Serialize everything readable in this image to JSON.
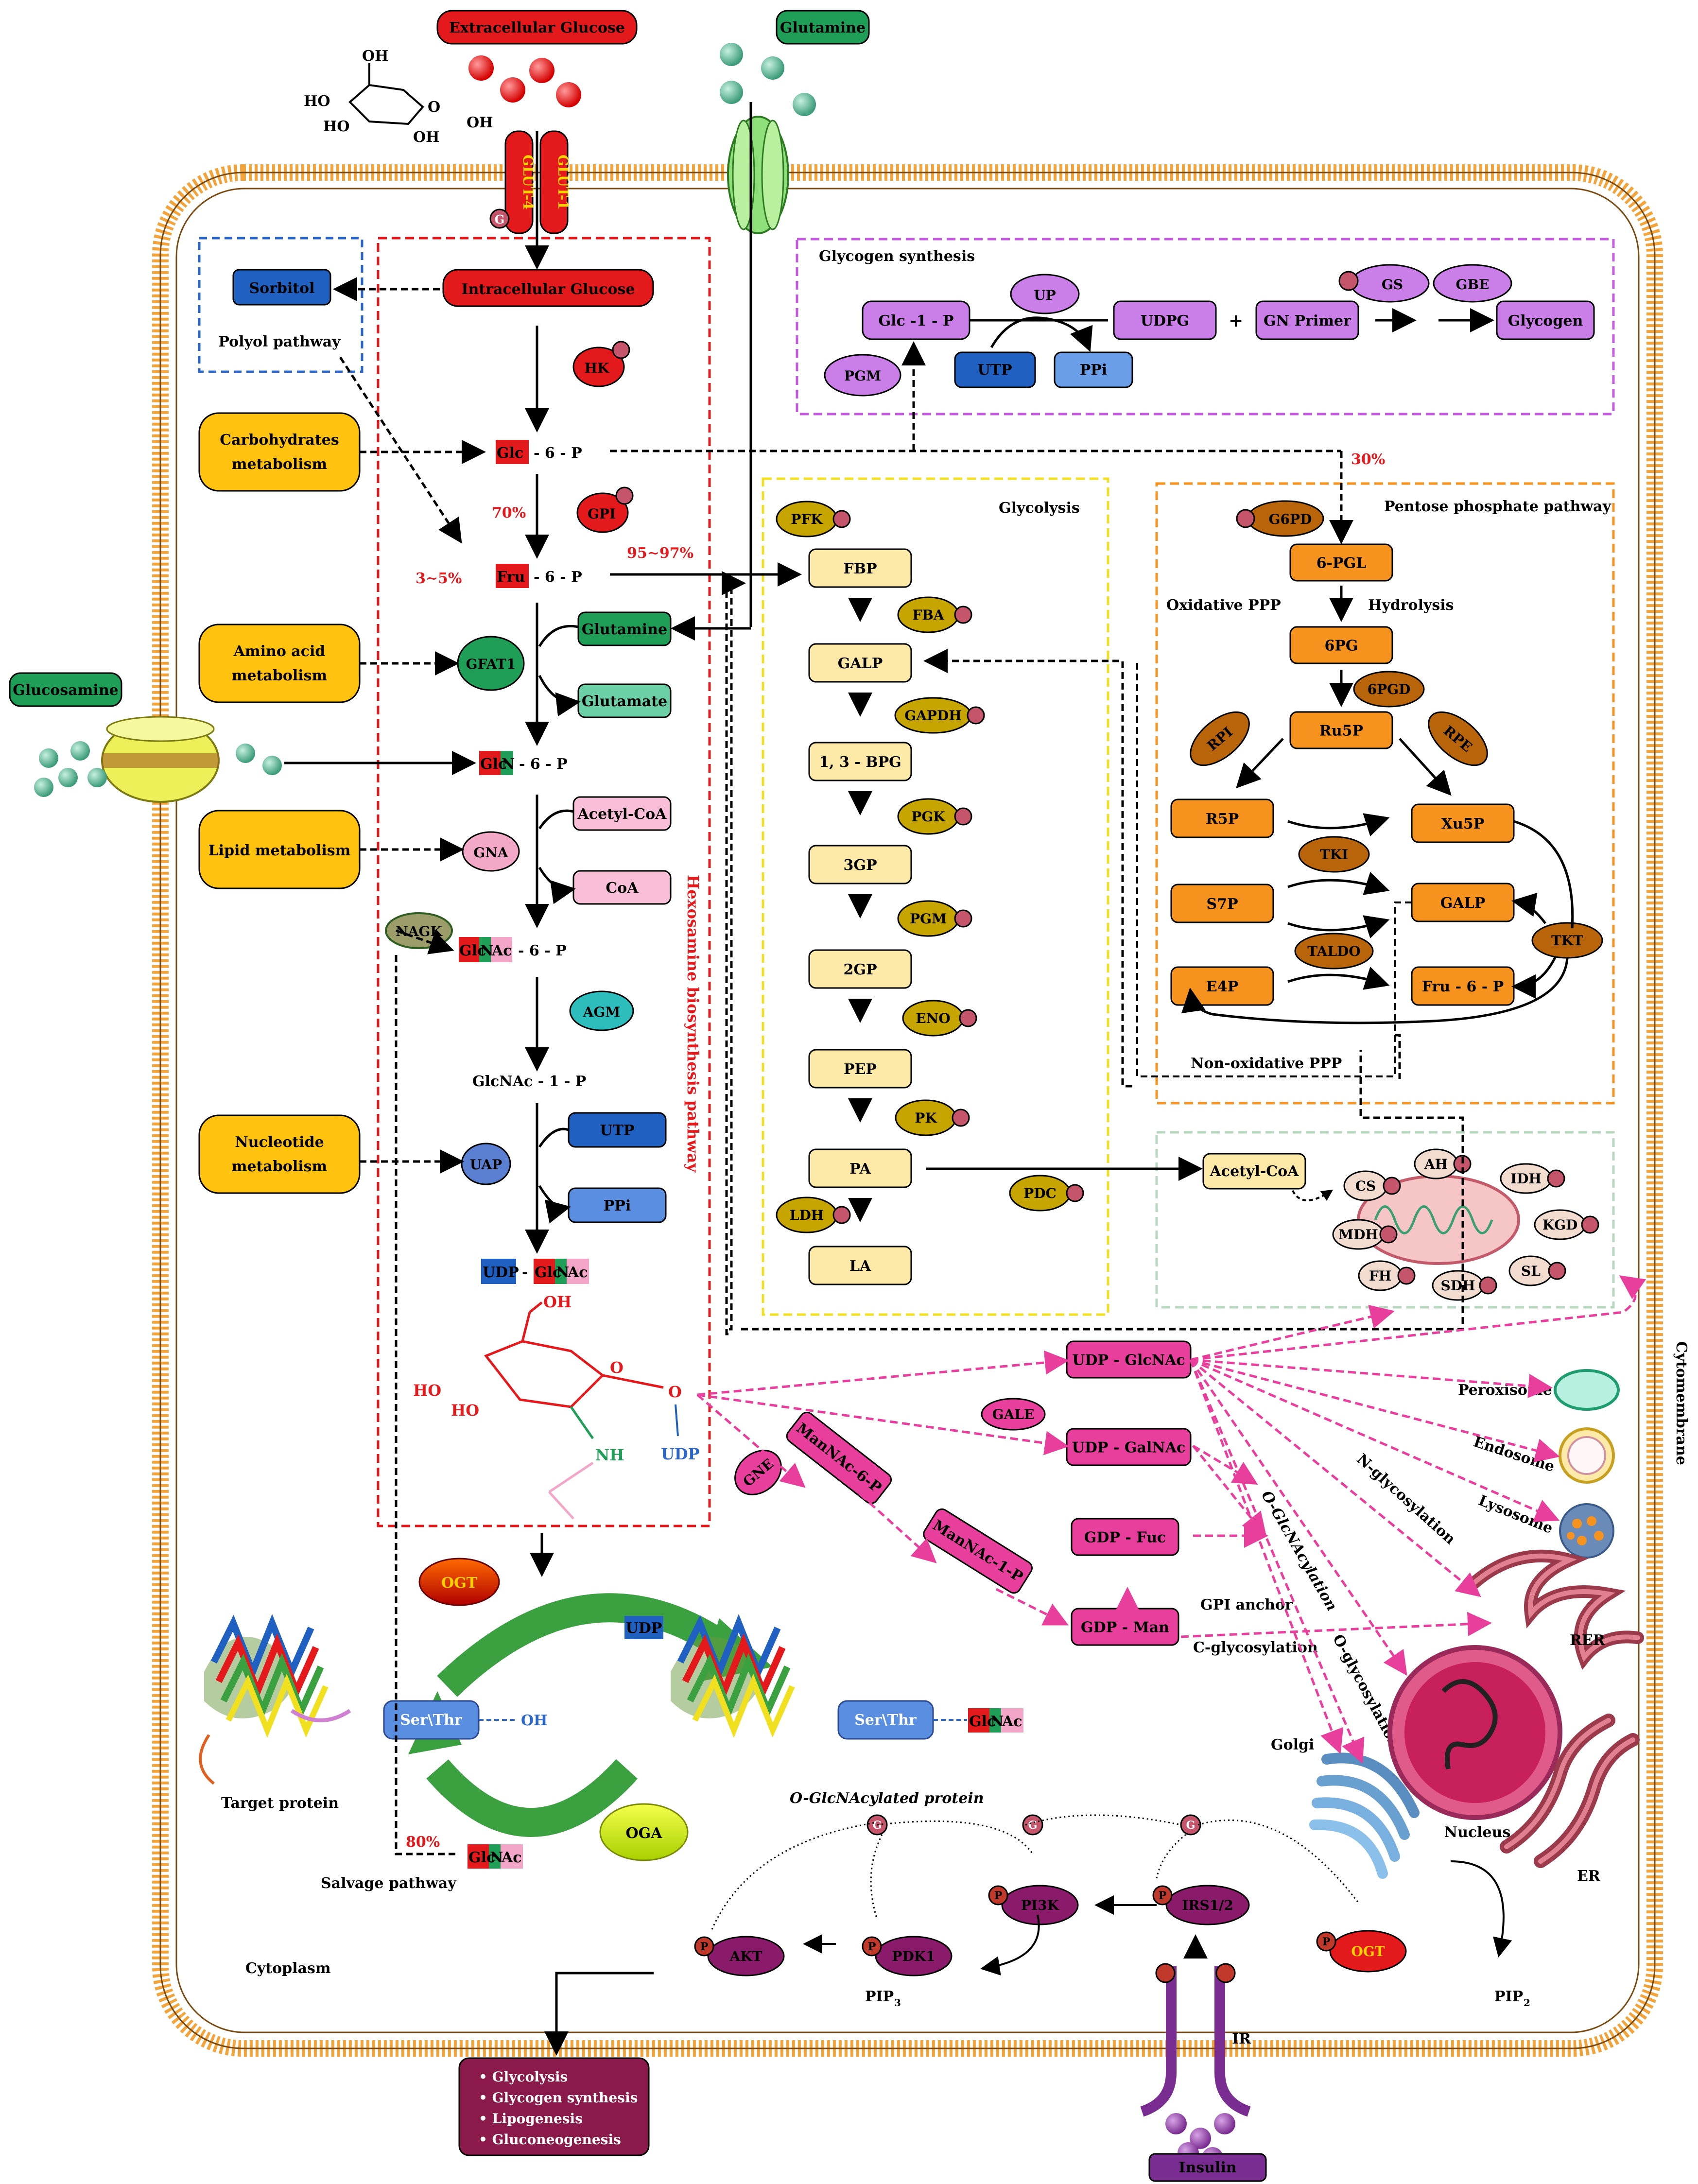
{
  "inputs": {
    "extracellular_glucose": "Extracellular Glucose",
    "glutamine": "Glutamine",
    "glucosamine": "Glucosamine",
    "insulin": "Insulin",
    "glut4": "GLUT-4",
    "glut1": "GLUT-1"
  },
  "glucose_structure": {
    "oh1": "OH",
    "ho1": "HO",
    "ho2": "HO",
    "oh2": "OH",
    "o": "O",
    "oh3": "OH"
  },
  "polyol": {
    "sorbitol": "Sorbitol",
    "label": "Polyol pathway"
  },
  "metabolism_boxes": {
    "carb": [
      "Carbohydrates",
      "metabolism"
    ],
    "amino": [
      "Amino acid",
      "metabolism"
    ],
    "lipid": "Lipid metabolism",
    "nucleotide": [
      "Nucleotide",
      "metabolism"
    ]
  },
  "hbp": {
    "intracellular_glucose": "Intracellular Glucose",
    "hk": "HK",
    "glc6p_prefix": "Glc",
    "glc6p_suffix": "- 6 - P",
    "gpi": "GPI",
    "pct70": "70%",
    "fru6p_prefix": "Fru",
    "fru6p_suffix": "- 6 - P",
    "pct3_5": "3∼5%",
    "pct95_97": "95∼97%",
    "gfat1": "GFAT1",
    "glutamine": "Glutamine",
    "glutamate": "Glutamate",
    "glcn6p_a": "Glc",
    "glcn6p_b": "N",
    "glcn6p_suffix": "- 6 - P",
    "gna": "GNA",
    "acetyl_coa": "Acetyl-CoA",
    "coa": "CoA",
    "nagk": "NAGK",
    "glcnac6p_a": "Glc",
    "glcnac6p_b": "N",
    "glcnac6p_c": "Ac",
    "glcnac6p_suffix": "- 6 - P",
    "agm": "AGM",
    "glcnac1p": "GlcNAc - 1 - P",
    "uap": "UAP",
    "utp": "UTP",
    "ppi": "PPi",
    "udp_glcnac_a": "UDP",
    "udp_glcnac_dash": "-",
    "udp_glcnac_b": "Glc",
    "udp_glcnac_c": "N",
    "udp_glcnac_d": "Ac",
    "pathway_label": "Hexosamine biosynthesis pathway",
    "struct_oh": "OH",
    "struct_ho1": "HO",
    "struct_ho2": "HO",
    "struct_o": "O",
    "struct_o2": "O",
    "struct_nh": "NH",
    "struct_udp": "UDP"
  },
  "glycogen": {
    "title": "Glycogen synthesis",
    "glc1p": "Glc -1 - P",
    "pgm": "PGM",
    "up": "UP",
    "utp": "UTP",
    "ppi": "PPi",
    "udpg": "UDPG",
    "plus": "+",
    "gn_primer": "GN Primer",
    "gs": "GS",
    "gbe": "GBE",
    "glycogen": "Glycogen"
  },
  "glycolysis": {
    "title": "Glycolysis",
    "steps": [
      "FBP",
      "GALP",
      "1, 3 - BPG",
      "3GP",
      "2GP",
      "PEP",
      "PA",
      "LA"
    ],
    "enzymes": [
      "PFK",
      "FBA",
      "GAPDH",
      "PGK",
      "PGM",
      "ENO",
      "PK",
      "LDH",
      "PDC"
    ]
  },
  "ppp": {
    "title": "Pentose phosphate pathway",
    "pct30": "30%",
    "g6pd": "G6PD",
    "pgl": "6-PGL",
    "oxidative": "Oxidative PPP",
    "hydrolysis": "Hydrolysis",
    "pg6": "6PG",
    "pgd6": "6PGD",
    "ru5p": "Ru5P",
    "rpi": "RPI",
    "rpe": "RPE",
    "r5p": "R5P",
    "xu5p": "Xu5P",
    "tki": "TKI",
    "s7p": "S7P",
    "galp": "GALP",
    "taldo": "TALDO",
    "tkt": "TKT",
    "e4p": "E4P",
    "fru6p": "Fru - 6 - P",
    "nonoxidative": "Non-oxidative PPP"
  },
  "tca": {
    "acetyl_coa": "Acetyl-CoA",
    "enzymes": [
      "CS",
      "AH",
      "IDH",
      "KGD",
      "SL",
      "SDH",
      "FH",
      "MDH"
    ]
  },
  "destinations": {
    "udp_glcnac": "UDP - GlcNAc",
    "gale": "GALE",
    "udp_galnac": "UDP - GalNAc",
    "gne": "GNE",
    "mannac6p": "ManNAc-6-P",
    "mannac1p": "ManNAc-1-P",
    "gdp_fuc": "GDP - Fuc",
    "gdp_man": "GDP - Man",
    "gpi_anchor": "GPI anchor",
    "c_glyc": "C-glycosylation",
    "o_glcnacylation": "O-GlcNAcylation",
    "n_glyc": "N-glycosylation",
    "o_glyc": "O-glycosylation",
    "peroxisome": "Peroxisome",
    "endosome": "Endosome",
    "lysosome": "Lysosome",
    "cytomembrane": "Cytomembrane",
    "rer": "RER",
    "golgi": "Golgi",
    "nucleus": "Nucleus",
    "er": "ER"
  },
  "cycle": {
    "ogt": "OGT",
    "oga": "OGA",
    "udp": "UDP",
    "ser_thr": "Ser\\Thr",
    "oh": "OH",
    "glcnac_a": "Glc",
    "glcnac_b": "N",
    "glcnac_c": "Ac",
    "target_protein": "Target protein",
    "o_glcnacylated_protein": "O-GlcNAcylated protein",
    "pct80": "80%",
    "salvage": "Salvage pathway",
    "cytoplasm": "Cytoplasm"
  },
  "signaling": {
    "akt": "AKT",
    "pdk1": "PDK1",
    "pi3k": "PI3K",
    "irs": "IRS1/2",
    "ogt": "OGT",
    "pip3": "PIP",
    "pip3_sub": "3",
    "pip2": "PIP",
    "pip2_sub": "2",
    "ir": "IR",
    "p": "P",
    "g": "G"
  },
  "outcomes": [
    "• Glycolysis",
    "• Glycogen synthesis",
    "• Lipogenesis",
    "• Gluconeogenesis"
  ],
  "colors": {
    "red": "#e3191c",
    "green": "#1e9e57",
    "orange": "#f6921e",
    "yellow_box": "#fde9a8",
    "gold": "#ffc20e",
    "purple": "#c97ee8",
    "blue": "#2060c0",
    "pink": "#e83e9c",
    "olive": "#c6a500",
    "maroon": "#7a1a5a"
  }
}
